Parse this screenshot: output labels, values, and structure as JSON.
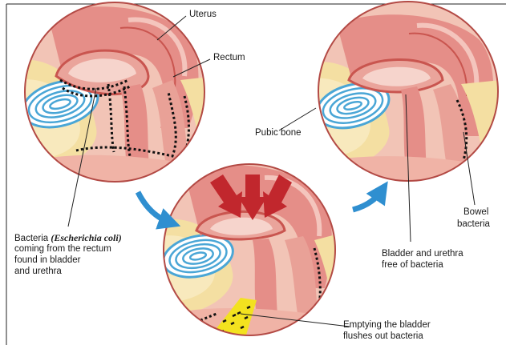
{
  "labels": {
    "uterus": "Uterus",
    "rectum": "Rectum",
    "pubic_bone": "Pubic bone",
    "bowel_bacteria_line1": "Bowel",
    "bowel_bacteria_line2": "bacteria",
    "bacteria_line1_prefix": "Bacteria ",
    "bacteria_line1_italic": "(Escherichia coli)",
    "bacteria_line2": "coming from the rectum",
    "bacteria_line3": "found in bladder",
    "bacteria_line4": "and urethra",
    "free_line1": "Bladder and urethra",
    "free_line2": "free of bacteria",
    "empty_line1": "Emptying the bladder",
    "empty_line2": "flushes out bacteria"
  },
  "colors": {
    "tissue_pink": "#e99a91",
    "tissue_dark": "#d1665f",
    "fat_yellow": "#f4dfa2",
    "bone_blue": "#7fc6e6",
    "arrow_blue": "#2f8fd0",
    "arrow_red": "#c1272d",
    "bacteria_black": "#111111",
    "urine_yellow": "#f3e21f"
  }
}
